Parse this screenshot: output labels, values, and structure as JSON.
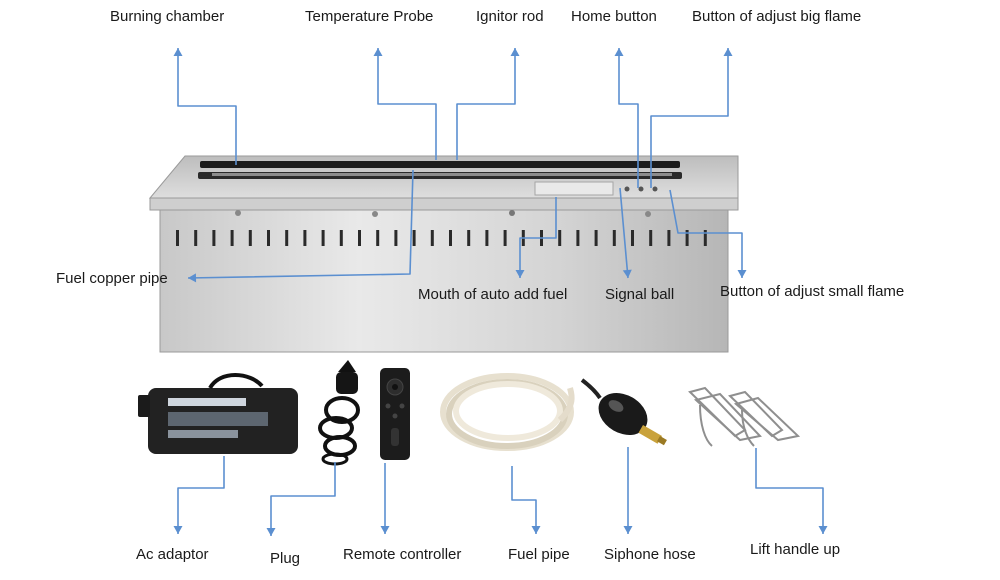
{
  "labels": {
    "burning_chamber": "Burning chamber",
    "temperature_probe": "Temperature Probe",
    "ignitor_rod": "Ignitor rod",
    "home_button": "Home button",
    "button_big_flame": "Button of adjust big flame",
    "fuel_copper_pipe": "Fuel copper pipe",
    "mouth_auto_add_fuel": "Mouth of auto add fuel",
    "signal_ball": "Signal ball",
    "button_small_flame": "Button of adjust small flame",
    "ac_adaptor": "Ac adaptor",
    "plug": "Plug",
    "remote_controller": "Remote controller",
    "fuel_pipe": "Fuel pipe",
    "siphone_hose": "Siphone hose",
    "lift_handle_up": "Lift handle up"
  },
  "colors": {
    "leader_line": "#5b8fd0",
    "steel_light": "#e4e4e4",
    "steel_dark": "#a9a9a9",
    "text": "#1a1a1a"
  }
}
